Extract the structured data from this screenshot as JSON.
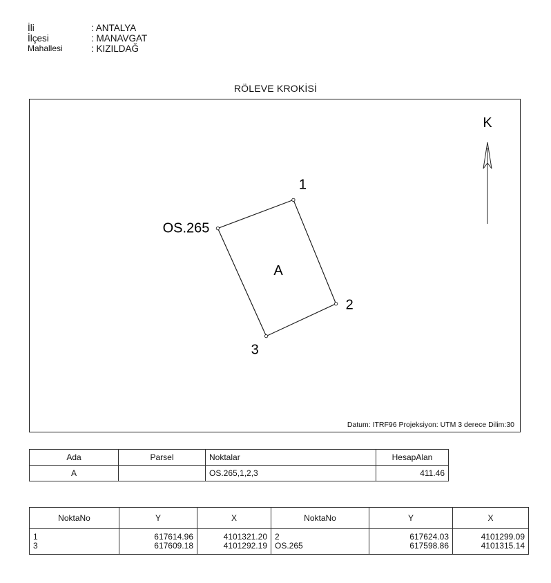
{
  "header": {
    "rows": [
      {
        "label": "İli",
        "value": ": ANTALYA"
      },
      {
        "label": "İlçesi",
        "value": ": MANAVGAT"
      },
      {
        "label": "Mahallesi",
        "value": ": KIZILDAĞ"
      }
    ]
  },
  "sketch": {
    "title": "RÖLEVE KROKİSİ",
    "north_label": "K",
    "parcel_label": "A",
    "points": [
      {
        "name": "1",
        "y": 617614.96,
        "x": 4101321.2
      },
      {
        "name": "2",
        "y": 617624.03,
        "x": 4101299.09
      },
      {
        "name": "3",
        "y": 617609.18,
        "x": 4101292.19
      },
      {
        "name": "OS.265",
        "y": 617598.86,
        "x": 4101315.14
      }
    ],
    "datum": "Datum: ITRF96 Projeksiyon: UTM 3 derece Dilim:30"
  },
  "parcel_table": {
    "headers": [
      "Ada",
      "Parsel",
      "Noktalar",
      "HesapAlan"
    ],
    "row": {
      "ada": "A",
      "parsel": "",
      "noktalar": "OS.265,1,2,3",
      "hesap_alan": "411.46"
    }
  },
  "coord_table": {
    "headers": [
      "NoktaNo",
      "Y",
      "X",
      "NoktaNo",
      "Y",
      "X"
    ],
    "left": [
      {
        "no": "1",
        "y": "617614.96",
        "x": "4101321.20"
      },
      {
        "no": "3",
        "y": "617609.18",
        "x": "4101292.19"
      }
    ],
    "right": [
      {
        "no": "2",
        "y": "617624.03",
        "x": "4101299.09"
      },
      {
        "no": "OS.265",
        "y": "617598.86",
        "x": "4101315.14"
      }
    ]
  }
}
